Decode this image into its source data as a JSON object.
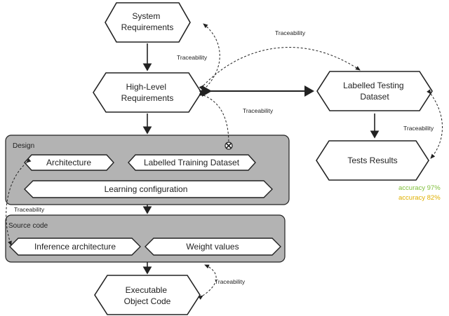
{
  "nodes": {
    "system_requirements": [
      "System",
      "Requirements"
    ],
    "high_level_requirements": [
      "High-Level",
      "Requirements"
    ],
    "labelled_testing_dataset": [
      "Labelled Testing",
      "Dataset"
    ],
    "tests_results": "Tests Results",
    "executable_object_code": [
      "Executable",
      "Object Code"
    ]
  },
  "design": {
    "title": "Design",
    "architecture": "Architecture",
    "labelled_training_dataset": "Labelled Training Dataset",
    "learning_configuration": "Learning configuration"
  },
  "source_code": {
    "title": "Source code",
    "inference_architecture": "Inference architecture",
    "weight_values": "Weight values"
  },
  "traceability": {
    "label_1": "Traceability",
    "label_2": "Traceability",
    "label_3": "Traceability",
    "label_4": "Traceability",
    "label_5": "Traceability",
    "label_6": "Traceability"
  },
  "accuracy": {
    "line_1": "accuracy 97%",
    "line_2": "accuracy 82%"
  },
  "colors": {
    "group_fill": "#b3b3b3",
    "node_fill": "#ffffff",
    "stroke": "#222222",
    "accuracy_1": "#7fbf3a",
    "accuracy_2": "#e0b000"
  }
}
